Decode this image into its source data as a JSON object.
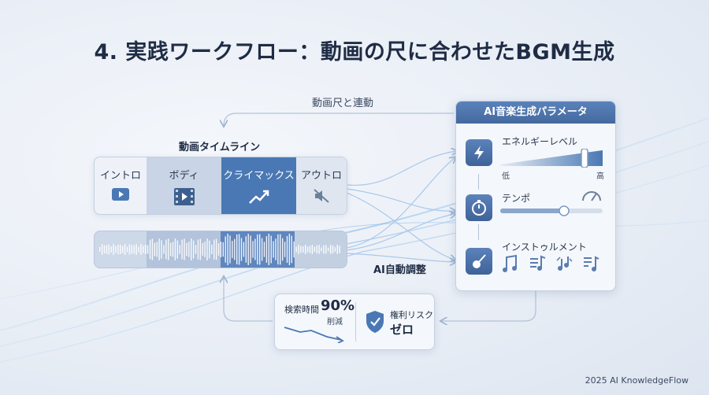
{
  "title": "4. 実践ワークフロー：動画の尺に合わせたBGM生成",
  "link_label": "動画尺と連動",
  "timeline": {
    "heading": "動画タイムライン",
    "segments": [
      "イントロ",
      "ボディ",
      "クライマックス",
      "アウトロ"
    ]
  },
  "adjust_label": "AI自動調整",
  "params": {
    "header": "AI音楽生成パラメータ",
    "energy": {
      "name": "エネルギーレベル",
      "low": "低",
      "high": "高",
      "level": 0.82
    },
    "tempo": {
      "name": "テンポ",
      "level": 0.62
    },
    "instrument": {
      "name": "インストゥルメント"
    }
  },
  "results": {
    "search_label": "検索時間",
    "search_value": "90%",
    "search_suffix": "削減",
    "risk_label": "権利リスク",
    "risk_value": "ゼロ"
  },
  "footer": "2025 AI KnowledgeFlow",
  "colors": {
    "accent": "#4a78b4",
    "dark_text": "#1f2c44",
    "flow": "#8fb2dc"
  }
}
